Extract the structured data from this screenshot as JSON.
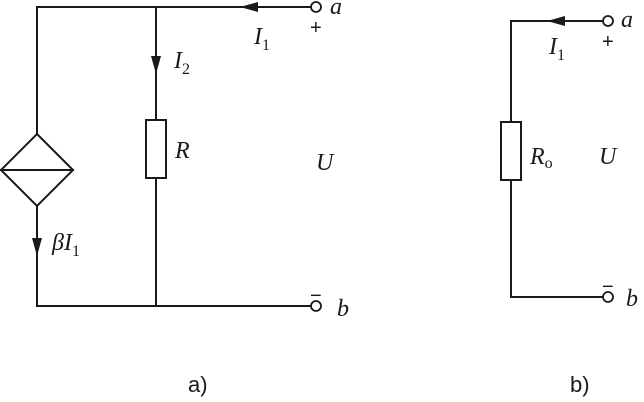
{
  "circuit_a": {
    "caption": "a)",
    "terminal_top": "a",
    "terminal_bottom": "b",
    "plus_sign": "+",
    "minus_sign": "−",
    "voltage": "U",
    "current_in": {
      "symbol": "I",
      "sub": "1"
    },
    "current_r": {
      "symbol": "I",
      "sub": "2"
    },
    "resistor": "R",
    "source_current": {
      "prefix": "βI",
      "sub": "1"
    }
  },
  "circuit_b": {
    "caption": "b)",
    "terminal_top": "a",
    "terminal_bottom": "b",
    "plus_sign": "+",
    "minus_sign": "−",
    "voltage": "U",
    "current_in": {
      "symbol": "I",
      "sub": "1"
    },
    "resistor": {
      "symbol": "R",
      "sub": "o"
    }
  }
}
